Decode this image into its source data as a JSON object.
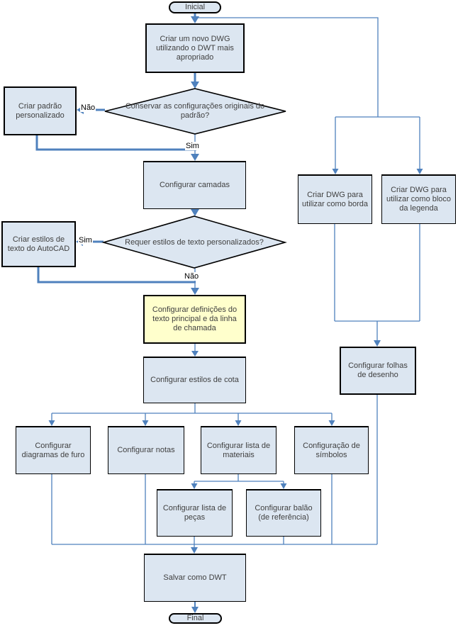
{
  "colors": {
    "connector": "#4f81bd",
    "node_fill": "#dce6f1",
    "highlight_fill": "#ffffcc",
    "border": "#000000"
  },
  "nodes": {
    "inicial": {
      "label": "Inicial"
    },
    "novo_dwg": {
      "label": "Criar um novo DWG utilizando o DWT mais apropriado"
    },
    "conservar": {
      "label": "Conservar as configurações originais do padrão?"
    },
    "padrao": {
      "label": "Criar padrão personalizado"
    },
    "camadas": {
      "label": "Configurar camadas"
    },
    "requer": {
      "label": "Requer estilos de texto personalizados?"
    },
    "estilos_texto": {
      "label": "Criar estilos de texto do AutoCAD"
    },
    "definicoes": {
      "label": "Configurar definições do texto principal e da linha de chamada"
    },
    "cota": {
      "label": "Configurar estilos de cota"
    },
    "furo": {
      "label": "Configurar diagramas de furo"
    },
    "notas": {
      "label": "Configurar notas"
    },
    "materiais": {
      "label": "Configurar lista de materiais"
    },
    "simbolos": {
      "label": "Configuração de símbolos"
    },
    "pecas": {
      "label": "Configurar lista de peças"
    },
    "balao": {
      "label": "Configurar balão (de referência)"
    },
    "salvar": {
      "label": "Salvar como DWT"
    },
    "final": {
      "label": "Final"
    },
    "borda": {
      "label": "Criar DWG para utilizar como borda"
    },
    "legenda": {
      "label": "Criar DWG para utilizar como bloco da legenda"
    },
    "folhas": {
      "label": "Configurar folhas de desenho"
    }
  },
  "edge_labels": {
    "nao_padrao": "Não",
    "sim_camadas": "Sim",
    "sim_estilos": "Sim",
    "nao_definicoes": "Não"
  }
}
